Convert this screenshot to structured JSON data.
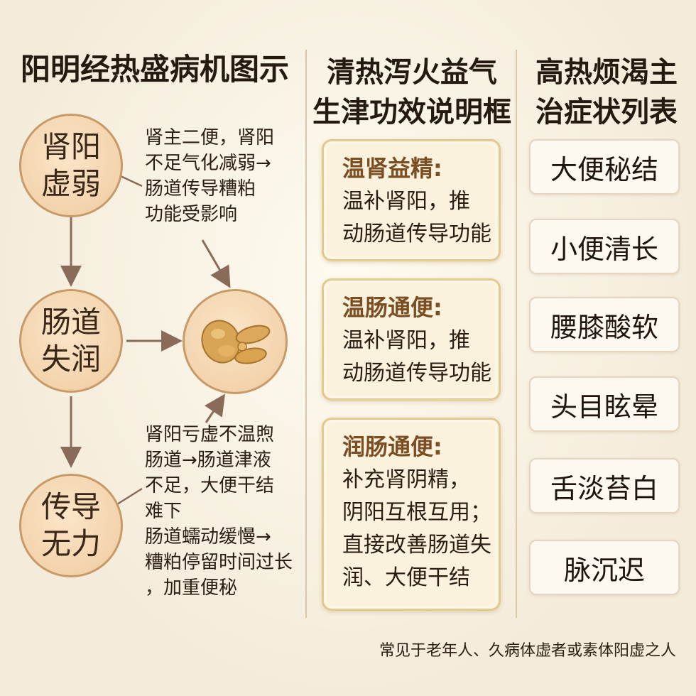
{
  "columns": {
    "mechanism_title": "阳明经热盛病机图示",
    "effects_title_line1": "清热泻火益气",
    "effects_title_line2": "生津功效说明框",
    "symptoms_title_line1": "高热烦渴主",
    "symptoms_title_line2": "治症状列表"
  },
  "mechanism": {
    "nodes": [
      {
        "line1": "肾阳",
        "line2": "虚弱"
      },
      {
        "line1": "肠道",
        "line2": "失润"
      },
      {
        "line1": "传导",
        "line2": "无力"
      }
    ],
    "center_icon": "dry-stool-icon",
    "notes": {
      "top": [
        "肾主二便，肾阳",
        "不足气化减弱→",
        "肠道传导糟粕",
        "功能受影响"
      ],
      "bottom": [
        "肾阳亏虚不温煦",
        "肠道→肠道津液",
        "不足，大便干结",
        "难下",
        "肠道蠕动缓慢→",
        "糟粕停留时间过长",
        "，加重便秘"
      ]
    }
  },
  "effects": [
    {
      "title": "温肾益精:",
      "body": [
        "温补肾阳，推",
        "动肠道传导功能"
      ]
    },
    {
      "title": "温肠通便:",
      "body": [
        "温补肾阳，推",
        "动肠道传导功能"
      ]
    },
    {
      "title": "润肠通便:",
      "body": [
        "补充肾阴精，",
        "阴阳互根互用；",
        "直接改善肠道失",
        "润、大便干结"
      ]
    }
  ],
  "symptoms": [
    "大便秘结",
    "小便清长",
    "腰膝酸软",
    "头目眩晕",
    "舌淡苔白",
    "脉沉迟"
  ],
  "footer": "常见于老年人、久病体虚者或素体阳虚之人",
  "colors": {
    "background": "#f4ecdb",
    "node_fill": "#f3d3ac",
    "node_border": "#c89a68",
    "arrow": "#8a6a58",
    "effect_title": "#7a4d22",
    "box_border": "#e3c98b"
  }
}
